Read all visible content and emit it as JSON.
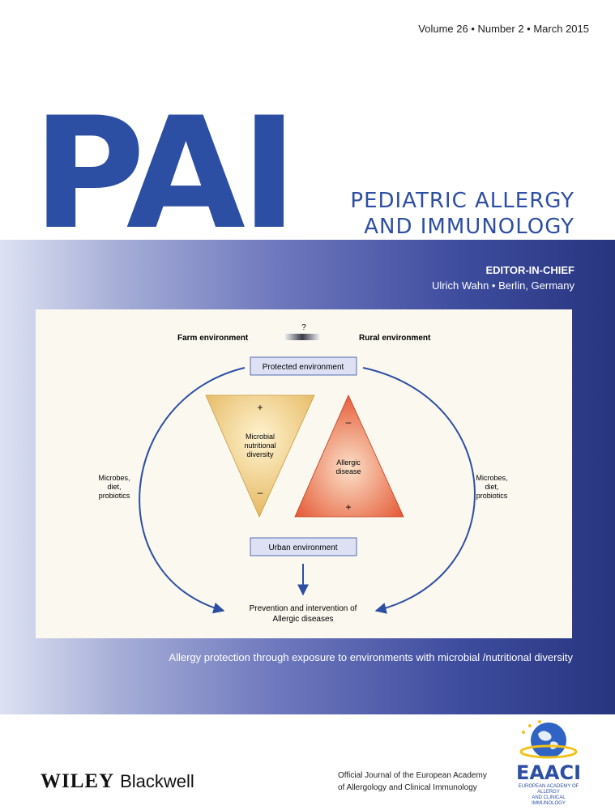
{
  "issue": {
    "text": "Volume 26 • Number 2 • March 2015"
  },
  "masthead": {
    "logo": "PAI",
    "name_line1": "PEDIATRIC ALLERGY",
    "name_line2": "AND IMMUNOLOGY",
    "editor_label": "EDITOR-IN-CHIEF",
    "editor_name": "Ulrich Wahn • Berlin, Germany"
  },
  "diagram": {
    "question_mark": "?",
    "farm_label": "Farm environment",
    "rural_label": "Rural environment",
    "protected_label": "Protected environment",
    "urban_label": "Urban environment",
    "left_triangle": {
      "line1": "Microbial",
      "line2": "nutritional",
      "line3": "diversity",
      "top_sign": "+",
      "bottom_sign": "–"
    },
    "right_triangle": {
      "line1": "Allergic",
      "line2": "disease",
      "top_sign": "–",
      "bottom_sign": "+"
    },
    "left_side": {
      "line1": "Microbes,",
      "line2": "diet,",
      "line3": "probiotics"
    },
    "right_side": {
      "line1": "Microbes,",
      "line2": "diet,",
      "line3": "probiotics"
    },
    "outcome_line1": "Prevention and intervention of",
    "outcome_line2": "Allergic diseases",
    "colors": {
      "arrow": "#2d4fa3",
      "box_fill": "#dde1f3",
      "left_triangle": "#e3b45a",
      "right_triangle": "#e24a25"
    }
  },
  "caption": "Allergy protection through exposure to environments with microbial /nutritional diversity",
  "footer": {
    "publisher_bold": "WILEY",
    "publisher_rest": "Blackwell",
    "official_line1": "Official Journal of the European Academy",
    "official_line2": "of Allergology and Clinical Immunology",
    "eaaci_word": "EAACI",
    "eaaci_sub1": "EUROPEAN ACADEMY OF ALLERGY",
    "eaaci_sub2": "AND CLINICAL IMMUNOLOGY"
  },
  "colors": {
    "brand_blue": "#2d4fa3",
    "band_dark": "#27357f",
    "band_light": "#dde2f2"
  }
}
